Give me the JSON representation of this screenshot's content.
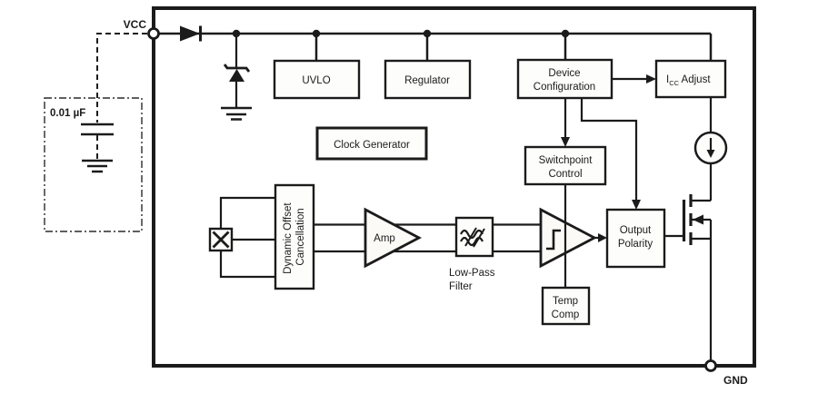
{
  "pins": {
    "vcc": "VCC",
    "gnd": "GND"
  },
  "external": {
    "cap_value": "0.01 µF"
  },
  "blocks": {
    "uvlo": "UVLO",
    "regulator": "Regulator",
    "device_configuration": [
      "Device",
      "Configuration"
    ],
    "icc_adjust": {
      "i": "I",
      "sub": "CC",
      "rest": "Adjust"
    },
    "clock_generator": "Clock Generator",
    "switchpoint_control": [
      "Switchpoint",
      "Control"
    ],
    "dynamic_offset_cancellation": [
      "Dynamic Offset",
      "Cancellation"
    ],
    "amp": "Amp",
    "low_pass_filter": [
      "Low-Pass",
      "Filter"
    ],
    "temp_comp": [
      "Temp",
      "Comp"
    ],
    "output_polarity": [
      "Output",
      "Polarity"
    ]
  },
  "icons": {
    "hall_element": "x-cross-icon",
    "low_pass_filter": "wave-filter-icon",
    "comparator_hysteresis": "hysteresis-icon",
    "current_source": "down-arrow-in-circle-icon",
    "series_diode": "diode-icon",
    "zener_diode": "zener-diode-icon",
    "mosfet": "nmos-transistor-icon",
    "ground": "ground-icon"
  },
  "colors": {
    "line": "#1b1b1b",
    "box_fill": "#fdfdfb",
    "background": "#ffffff"
  }
}
